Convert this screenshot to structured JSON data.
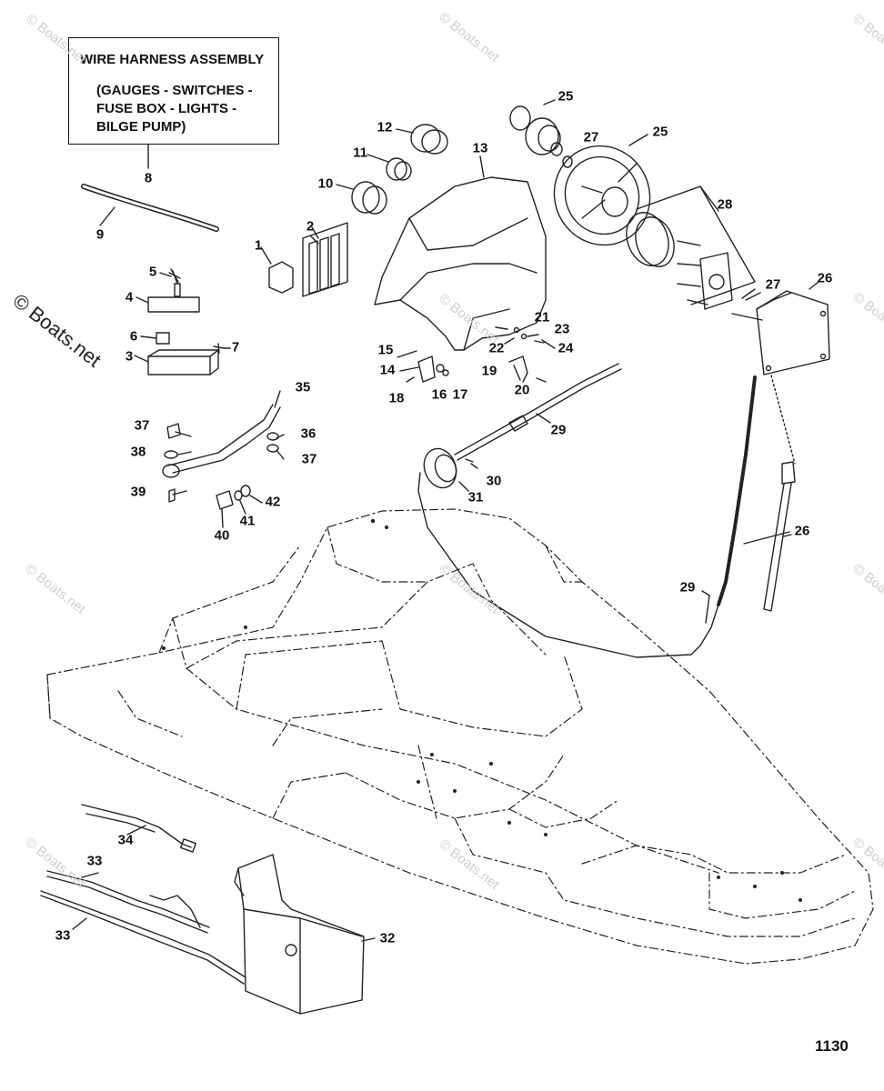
{
  "note": {
    "title": "WIRE HARNESS ASSEMBLY",
    "subtitle": "(GAUGES - SWITCHES -\nFUSE BOX - LIGHTS -\nBILGE PUMP)"
  },
  "watermark": "© Boats.net",
  "page_number": "1130",
  "callouts": [
    "1",
    "2",
    "3",
    "4",
    "5",
    "6",
    "7",
    "8",
    "9",
    "10",
    "11",
    "12",
    "13",
    "14",
    "15",
    "16",
    "17",
    "18",
    "19",
    "20",
    "21",
    "22",
    "23",
    "24",
    "25",
    "25",
    "26",
    "26",
    "27",
    "27",
    "28",
    "29",
    "29",
    "30",
    "31",
    "32",
    "33",
    "33",
    "34",
    "35",
    "36",
    "37",
    "37",
    "38",
    "39",
    "40",
    "41",
    "42"
  ]
}
